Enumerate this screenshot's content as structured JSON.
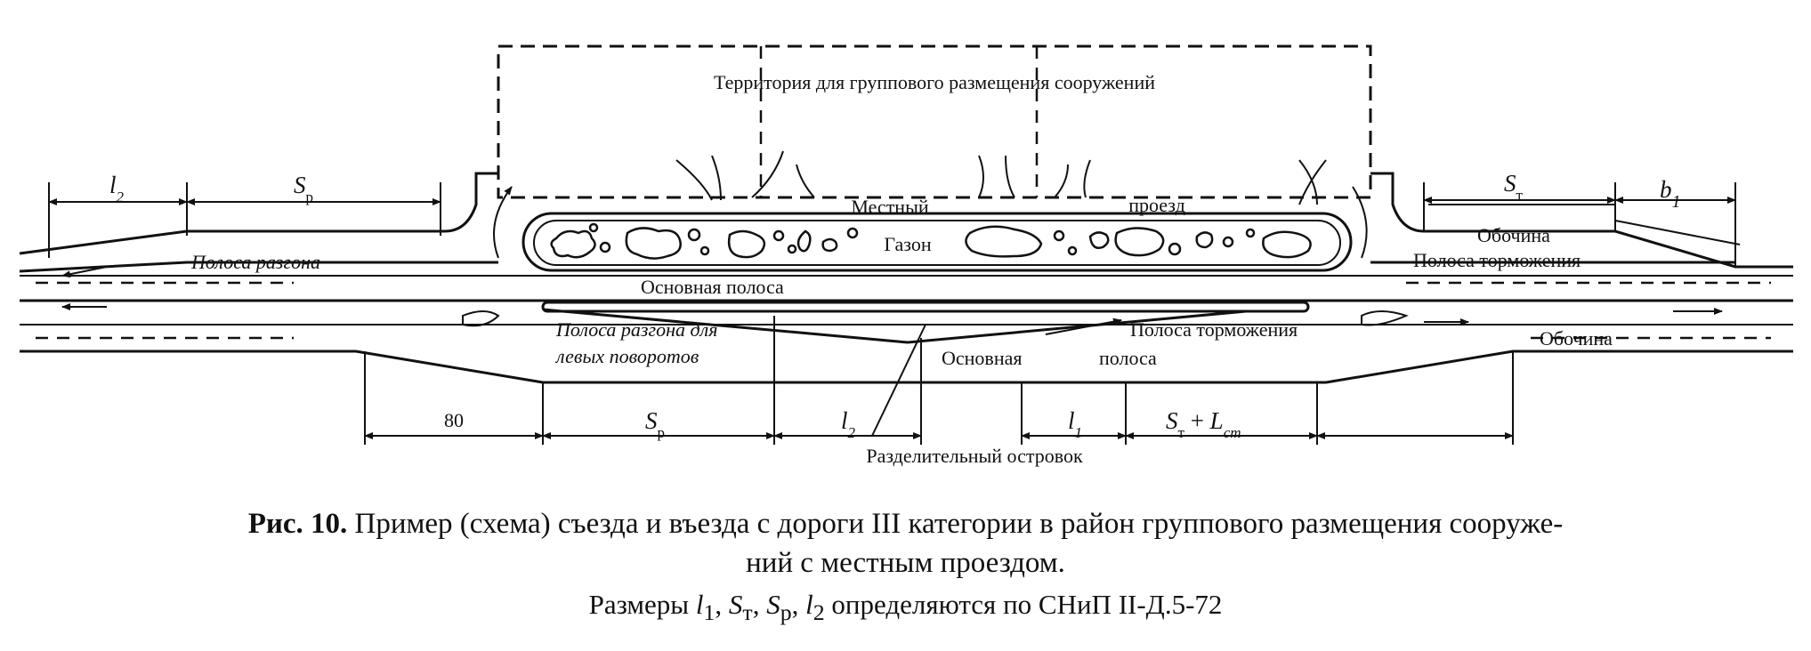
{
  "labels": {
    "territory": "Территория для группового размещения сооружений",
    "local_1": "Местный",
    "local_2": "проезд",
    "lawn": "Газон",
    "accel_lane": "Полоса разгона",
    "main_lane_top": "Основная полоса",
    "decel_lane_right": "Полоса торможения",
    "shoulder_right": "Обочина",
    "shoulder_bottom": "Обочина",
    "left_accel_1": "Полоса разгона для",
    "left_accel_2": "левых поворотов",
    "decel_lane_center": "Полоса торможения",
    "main_2a": "Основная",
    "main_2b": "полоса",
    "island": "Разделительный островок"
  },
  "dims": {
    "l2_top": "l",
    "l2_top_sub": "2",
    "sp_top": "S",
    "sp_top_sub": "p",
    "st_top": "S",
    "st_top_sub": "т",
    "b1": "b",
    "b1_sub": "1",
    "d80": "80",
    "sp_bot": "S",
    "sp_bot_sub": "p",
    "l2_bot": "l",
    "l2_bot_sub": "2",
    "l1_bot": "l",
    "l1_bot_sub": "1",
    "st_lcm_a": "S",
    "st_lcm_a_sub": "т",
    "st_lcm_plus": " + ",
    "st_lcm_b": "L",
    "st_lcm_b_sub": "cm"
  },
  "caption": {
    "fig_label": "Рис. 10.",
    "line1": " Пример (схема) съезда и въезда с дороги III категории в район группового размещения сооруже-",
    "line2": "ний с местным проездом.",
    "line3_prefix": "Размеры ",
    "v1": "l",
    "v1_sub": "1",
    "sep1": ", ",
    "v2": "S",
    "v2_sub": "т",
    "sep2": ", ",
    "v3": "S",
    "v3_sub": "р",
    "sep3": ", ",
    "v4": "l",
    "v4_sub": "2",
    "line3_suffix": " определяются по СНиП II-Д.5-72"
  }
}
